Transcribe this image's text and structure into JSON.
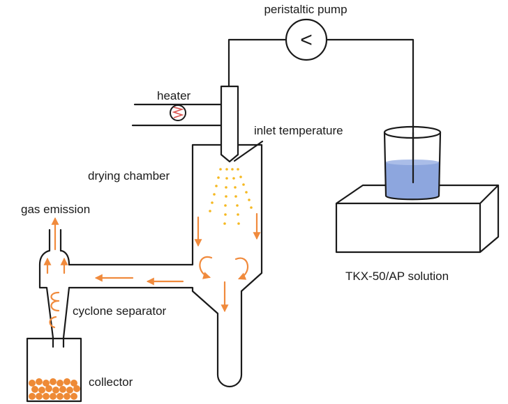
{
  "labels": {
    "pump": "peristaltic pump",
    "heater": "heater",
    "inlet_temp": "inlet temperature",
    "drying_chamber": "drying chamber",
    "gas_emission": "gas emission",
    "cyclone": "cyclone separator",
    "collector": "collector",
    "solution": "TKX-50/AP solution"
  },
  "pump_symbol": "<",
  "colors": {
    "line": "#1a1a1a",
    "flow_arrow": "#f08a3c",
    "spray_dot": "#f5b820",
    "particle": "#ee8a36",
    "liquid": "#8da6de",
    "heater_coil": "#d9534f"
  }
}
